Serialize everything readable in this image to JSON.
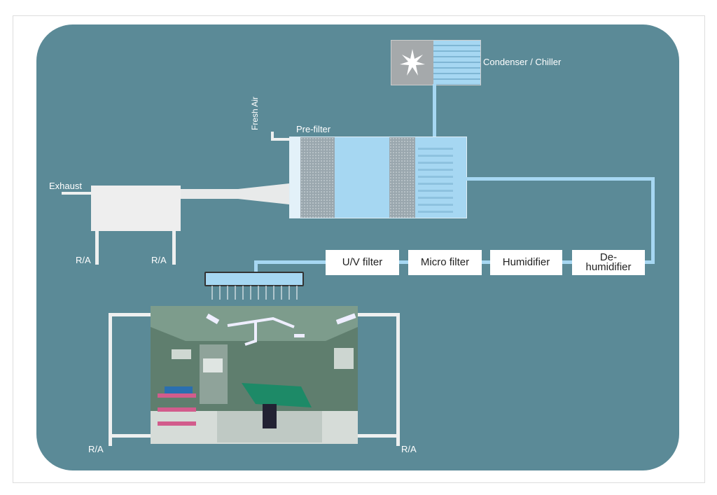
{
  "labels": {
    "condenser": "Condenser / Chiller",
    "fresh_air": "Fresh Air",
    "pre_filter": "Pre-filter",
    "exhaust": "Exhaust",
    "return_air": "R/A"
  },
  "stages": [
    {
      "label": "U/V filter"
    },
    {
      "label": "Micro filter"
    },
    {
      "label": "Humidifier"
    },
    {
      "label": "De-\nhumidifier"
    }
  ],
  "colors": {
    "panel": "#5b8a97",
    "duct": "#a6d7f2",
    "box": "#ffffff"
  }
}
